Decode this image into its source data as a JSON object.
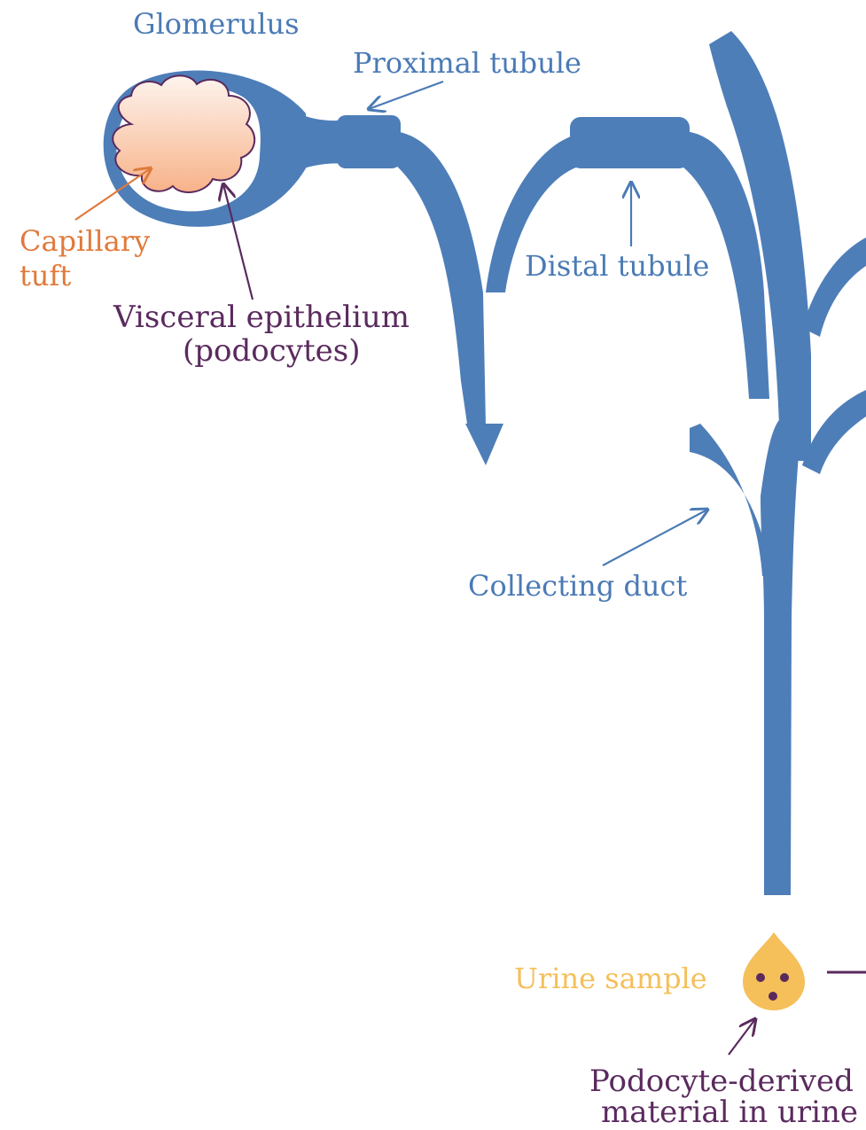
{
  "labels": {
    "glomerulus": "Glomerulus",
    "proximal_tubule": "Proximal tubule",
    "capillary_line1": "Capillary",
    "capillary_line2": "tuft",
    "distal_tubule": "Distal tubule",
    "visceral_line1": "Visceral epithelium",
    "visceral_line2": "(podocytes)",
    "collecting_duct": "Collecting duct",
    "urine_sample": "Urine sample",
    "podocyte_line1": "Podocyte-derived",
    "podocyte_line2": "material in urine"
  },
  "colors": {
    "tube": "#4e7eb8",
    "blue_text": "#4a7ab5",
    "orange_text": "#e07a3b",
    "purple_text": "#5a2a5e",
    "urine": "#f5bf5a",
    "tuft_light": "#fde9dd",
    "tuft_dark": "#f6b48d"
  }
}
